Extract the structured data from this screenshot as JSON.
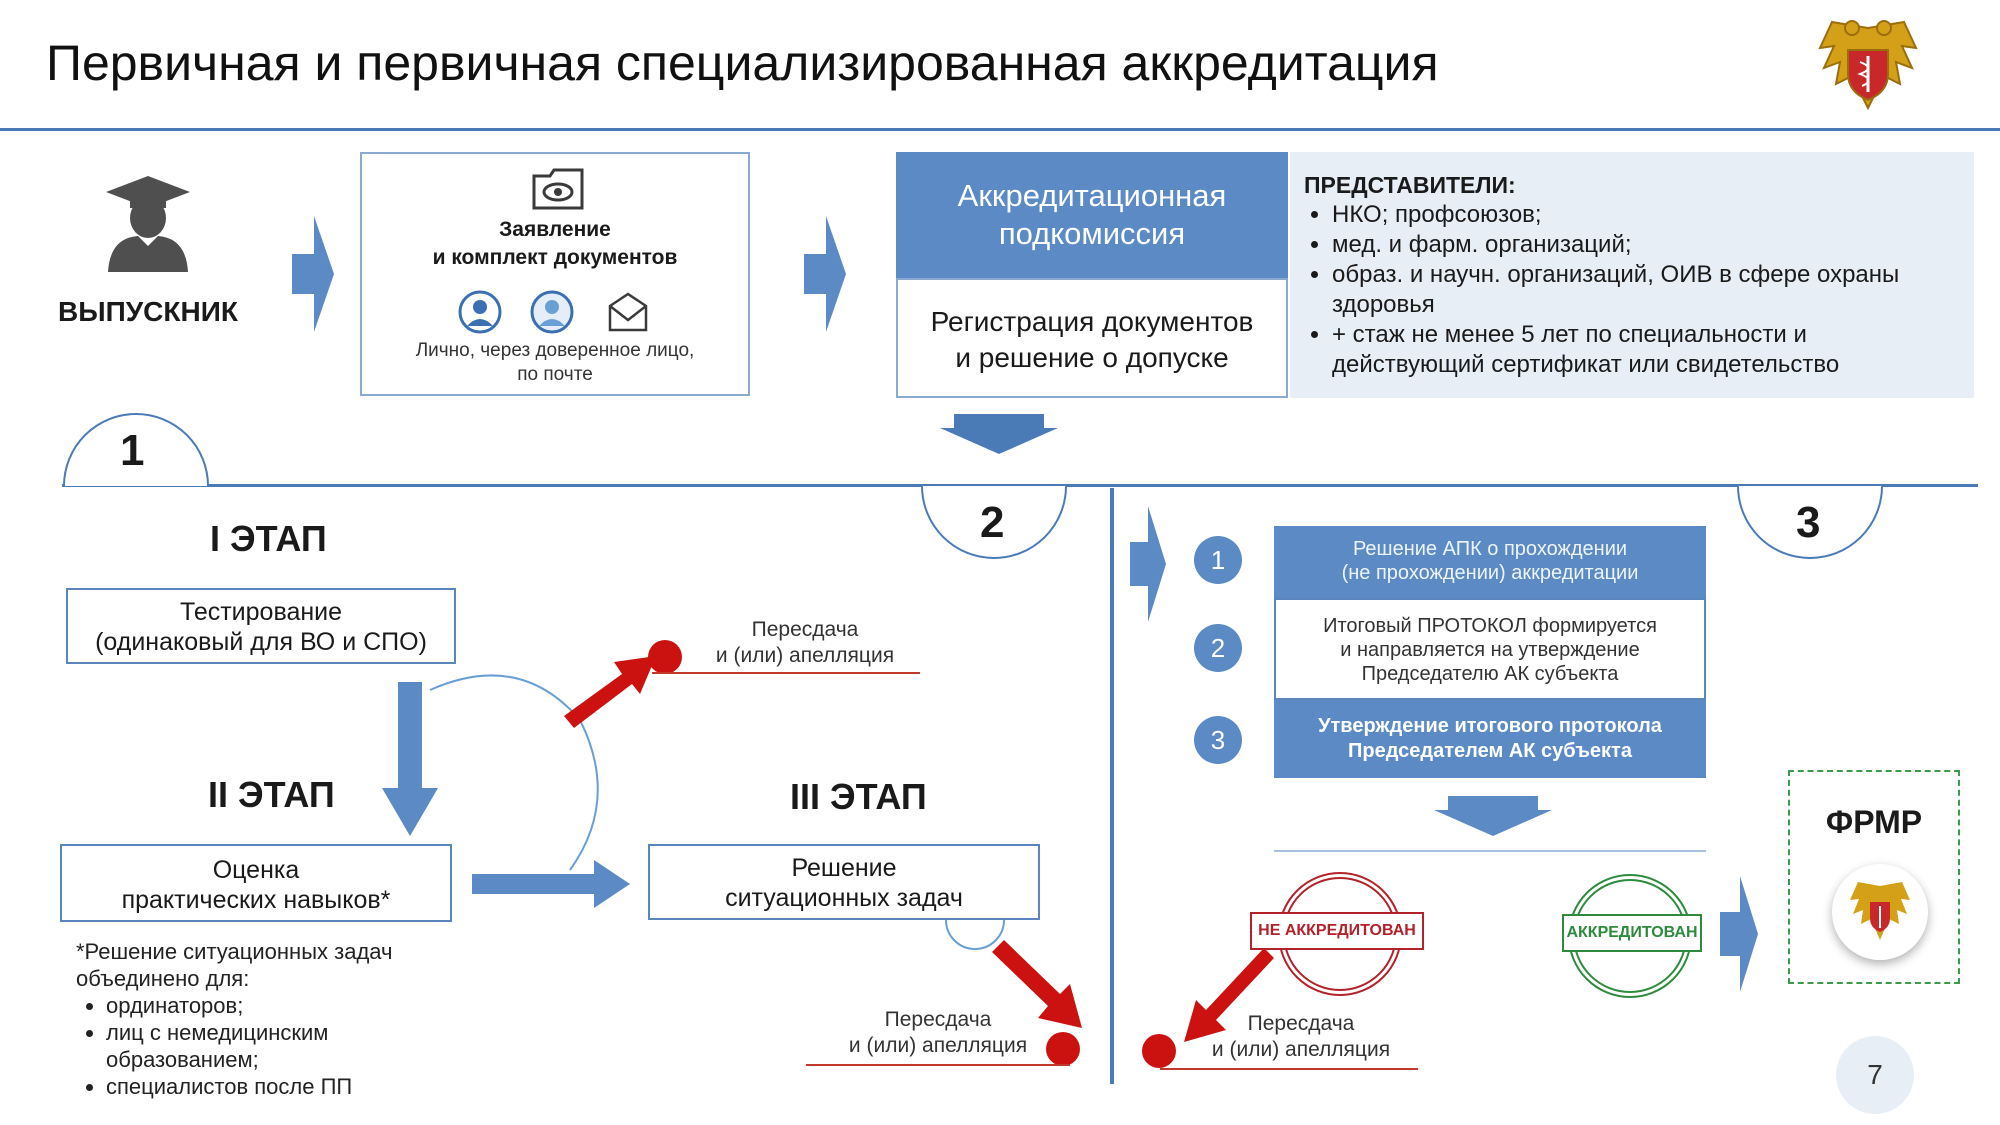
{
  "title": "Первичная и первичная специализированная аккредитация",
  "graduate": {
    "label": "ВЫПУСКНИК"
  },
  "application": {
    "line1": "Заявление",
    "line2": "и комплект документов",
    "note1": "Лично, через доверенное лицо,",
    "note2": "по почте"
  },
  "subcommission": {
    "header_line1": "Аккредитационная",
    "header_line2": "подкомиссия",
    "body_line1": "Регистрация документов",
    "body_line2": "и решение о допуске"
  },
  "representatives": {
    "heading": "ПРЕДСТАВИТЕЛИ:",
    "items": [
      "НКО;  профсоюзов;",
      "мед. и фарм. организаций;",
      "образ. и научн. организаций, ОИВ в сфере охраны здоровья",
      "+ стаж не менее 5 лет по специальности и действующий сертификат или свидетельство"
    ]
  },
  "section_numbers": [
    "1",
    "2",
    "3"
  ],
  "stage1": {
    "title": "I ЭТАП",
    "box_line1": "Тестирование",
    "box_line2": "(одинаковый для ВО и СПО)"
  },
  "stage2": {
    "title": "II ЭТАП",
    "box_line1": "Оценка",
    "box_line2": "практических навыков*"
  },
  "stage3": {
    "title": "III ЭТАП",
    "box_line1": "Решение",
    "box_line2": "ситуационных задач"
  },
  "retake_label_line1": "Пересдача",
  "retake_label_line2": "и (или) апелляция",
  "footnote": {
    "line1": "*Решение ситуационных задач",
    "line2": "объединено для:",
    "items": [
      "ординаторов;",
      "лиц с немедицинским образованием;",
      "специалистов  после ПП"
    ]
  },
  "steps": [
    {
      "num": "1",
      "line1": "Решение АПК о прохождении",
      "line2": "(не прохождении) аккредитации",
      "line3": ""
    },
    {
      "num": "2",
      "line1": "Итоговый  ПРОТОКОЛ формируется",
      "line2": "и направляется на утверждение",
      "line3": "Председателю АК субъекта"
    },
    {
      "num": "3",
      "line1": "Утверждение итогового протокола",
      "line2": "Председателем АК субъекта",
      "line3": ""
    }
  ],
  "stamps": {
    "fail": "НЕ АККРЕДИТОВАН",
    "pass": "АККРЕДИТОВАН"
  },
  "frmr": {
    "label": "ФРМР"
  },
  "page_number": "7",
  "colors": {
    "accent_blue": "#5b8ac4",
    "arrow_red": "#cc1111",
    "stamp_green": "#2e8b3e",
    "rule_blue": "#4a7bb7"
  }
}
